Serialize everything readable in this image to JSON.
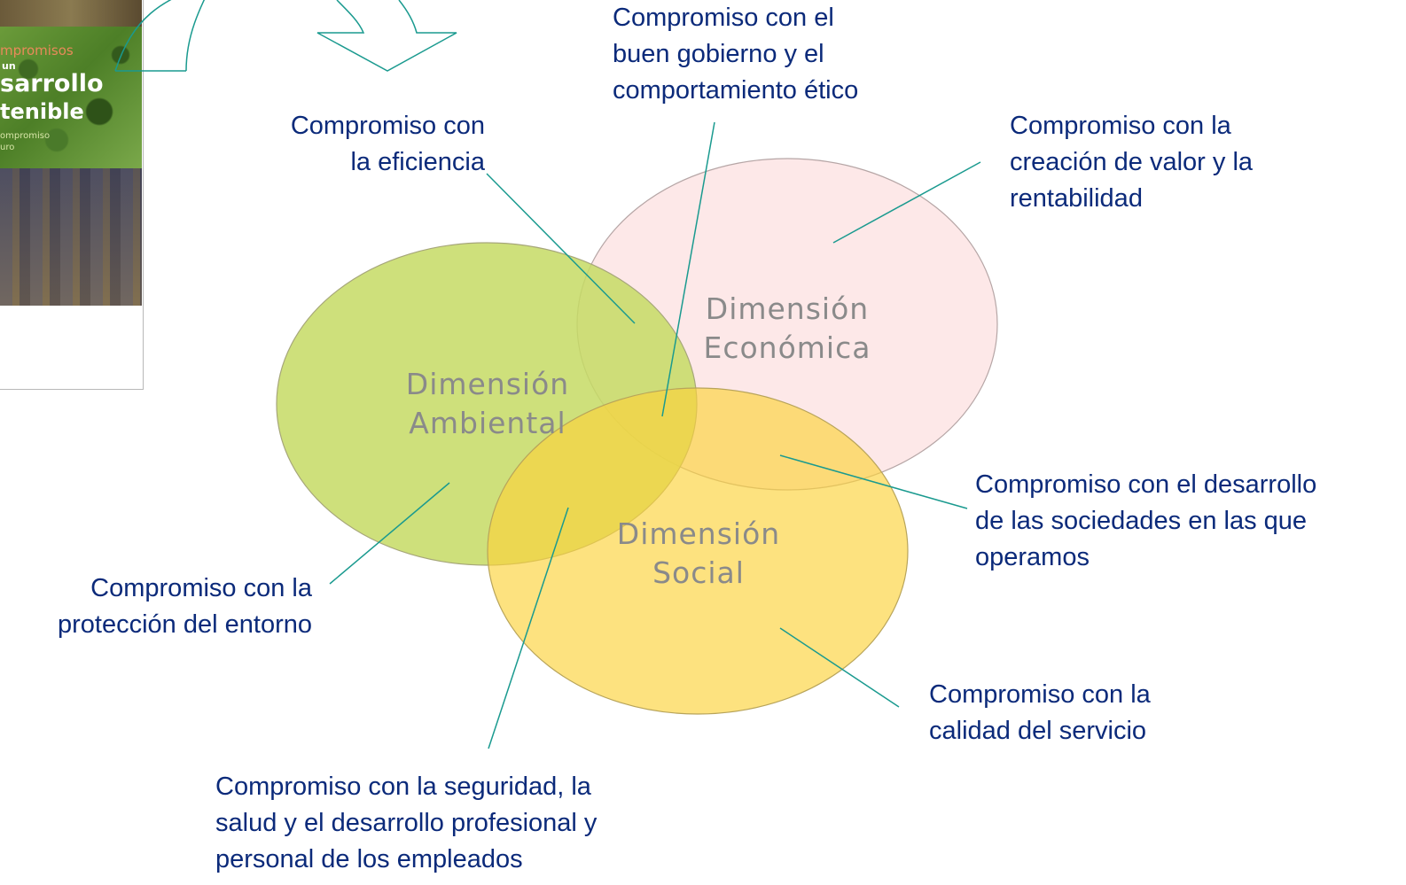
{
  "cover": {
    "lines": [
      "mpromisos",
      "un",
      "sarrollo",
      "tenible",
      "ompromiso",
      "uro"
    ]
  },
  "dimensions": {
    "ambiental": "Dimensión\nAmbiental",
    "economica": "Dimensión\nEconómica",
    "social": "Dimensión\nSocial"
  },
  "commitments": {
    "buen_gobierno": "Compromiso con el\nbuen gobierno y el\ncomportamiento ético",
    "eficiencia": "Compromiso con\nla eficiencia",
    "creacion_valor": "Compromiso con la\ncreación de valor y la\nrentabilidad",
    "desarrollo_sociedades": "Compromiso con el desarrollo\nde las sociedades en las que\noperamos",
    "calidad_servicio": "Compromiso con la\ncalidad del servicio",
    "proteccion_entorno": "Compromiso con la\nprotección del entorno",
    "seguridad_empleados": "Compromiso con la seguridad, la\nsalud y el desarrollo profesional y\npersonal de los empleados"
  },
  "colors": {
    "ambiental_fill": "#c9dc6a",
    "economica_fill": "#fde4e4",
    "social_fill": "#fcd64e",
    "leader_line": "#1a9a8f",
    "label_text": "#0b2a7a",
    "dimension_text": "#8a8a8a"
  }
}
